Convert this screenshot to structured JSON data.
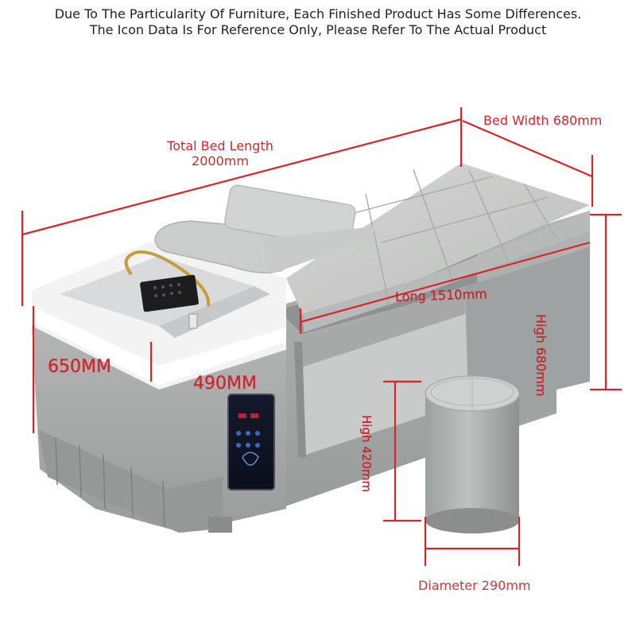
{
  "notice": {
    "line1": "Due To The Particularity Of Furniture, Each Finished Product Has Some Differences.",
    "line2": "The Icon Data Is For Reference Only, Please Refer To The Actual Product"
  },
  "dimensions": {
    "total_length_label": "Total Bed Length",
    "total_length_value": "2000mm",
    "bed_width": "Bed Width 680mm",
    "long": "Long 1510mm",
    "high_bed": "High 680mm",
    "basin_width": "650MM",
    "basin_depth": "490MM",
    "stool_high": "High 420mm",
    "stool_diameter": "Diameter 290mm"
  },
  "colors": {
    "dimension_red": "#d8242b",
    "body_gray": "#a3a6a6",
    "cushion_gray": "#c4c5c4",
    "basin_white": "#f2f2f2"
  }
}
